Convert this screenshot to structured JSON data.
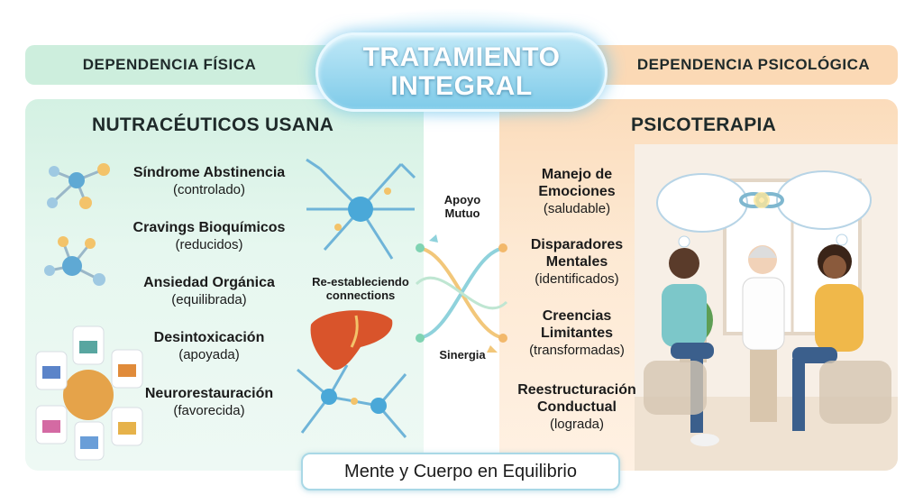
{
  "header": {
    "left_band": "DEPENDENCIA FÍSICA",
    "right_band": "DEPENDENCIA PSICOLÓGICA",
    "title_line1": "TRATAMIENTO",
    "title_line2": "INTEGRAL"
  },
  "left_panel": {
    "title": "NUTRACÉUTICOS USANA",
    "items": [
      {
        "title": "Síndrome Abstinencia",
        "status": "(controlado)"
      },
      {
        "title": "Cravings Bioquímicos",
        "status": "(reducidos)"
      },
      {
        "title": "Ansiedad Orgánica",
        "status": "(equilibrada)"
      },
      {
        "title": "Desintoxicación",
        "status": "(apoyada)"
      },
      {
        "title": "Neurorestauración",
        "status": "(favorecida)"
      }
    ],
    "liver_label_line1": "Re-estableciendo",
    "liver_label_line2": "connections"
  },
  "right_panel": {
    "title": "PSICOTERAPIA",
    "items": [
      {
        "line1": "Manejo de",
        "line2": "Emociones",
        "status": "(saludable)"
      },
      {
        "line1": "Disparadores",
        "line2": "Mentales",
        "status": "(identificados)"
      },
      {
        "line1": "Creencias",
        "line2": "Limitantes",
        "status": "(transformadas)"
      },
      {
        "line1": "Reestructuración",
        "line2": "Conductual",
        "status": "(lograda)"
      }
    ]
  },
  "center": {
    "top_label_line1": "Apoyo",
    "top_label_line2": "Mutuo",
    "bottom_label": "Sinergia"
  },
  "footer": {
    "text": "Mente y Cuerpo en Equilibrio"
  },
  "colors": {
    "green_band": "#cdeedd",
    "orange_band": "#fbd9b5",
    "title_blue": "#7fcbe9",
    "neuron_blue": "#4aa8d8",
    "liver": "#d9542b"
  }
}
